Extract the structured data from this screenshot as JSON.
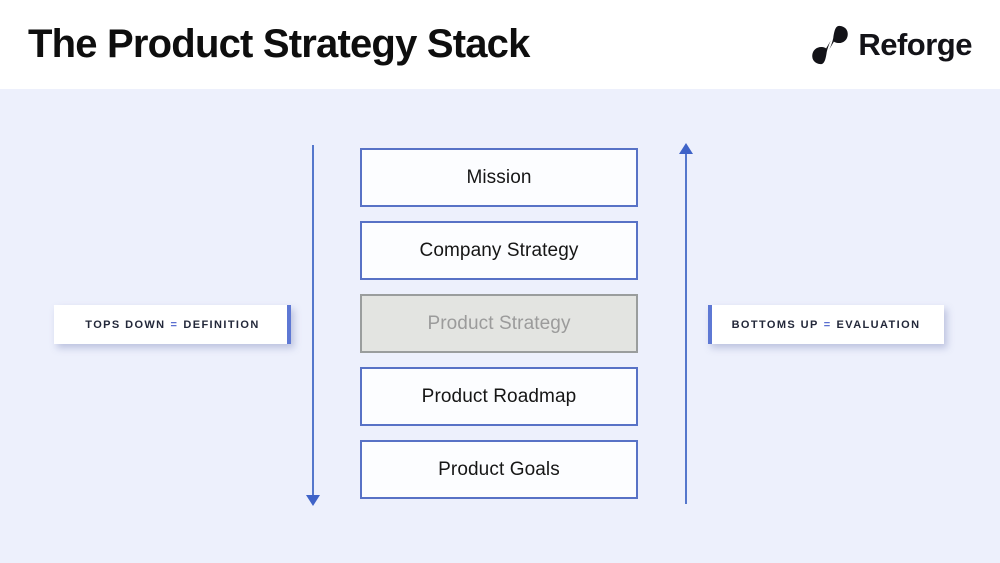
{
  "slide": {
    "title": "The Product Strategy Stack"
  },
  "brand": {
    "name": "Reforge"
  },
  "stack": {
    "boxes": [
      {
        "label": "Mission",
        "highlighted": false
      },
      {
        "label": "Company Strategy",
        "highlighted": false
      },
      {
        "label": "Product Strategy",
        "highlighted": true
      },
      {
        "label": "Product Roadmap",
        "highlighted": false
      },
      {
        "label": "Product Goals",
        "highlighted": false
      }
    ]
  },
  "annotations": {
    "left": {
      "term": "TOPS DOWN",
      "equals": "=",
      "result": "DEFINITION"
    },
    "right": {
      "term": "BOTTOMS UP",
      "equals": "=",
      "result": "EVALUATION"
    }
  },
  "colors": {
    "canvas_background": "#edf0fc",
    "box_border_blue": "#5872c6",
    "arrow_blue": "#3f63c8",
    "accent_bar_blue": "#5e78d4",
    "highlight_box_fill": "#e3e4e1",
    "highlight_box_text": "#9b9b9b"
  }
}
